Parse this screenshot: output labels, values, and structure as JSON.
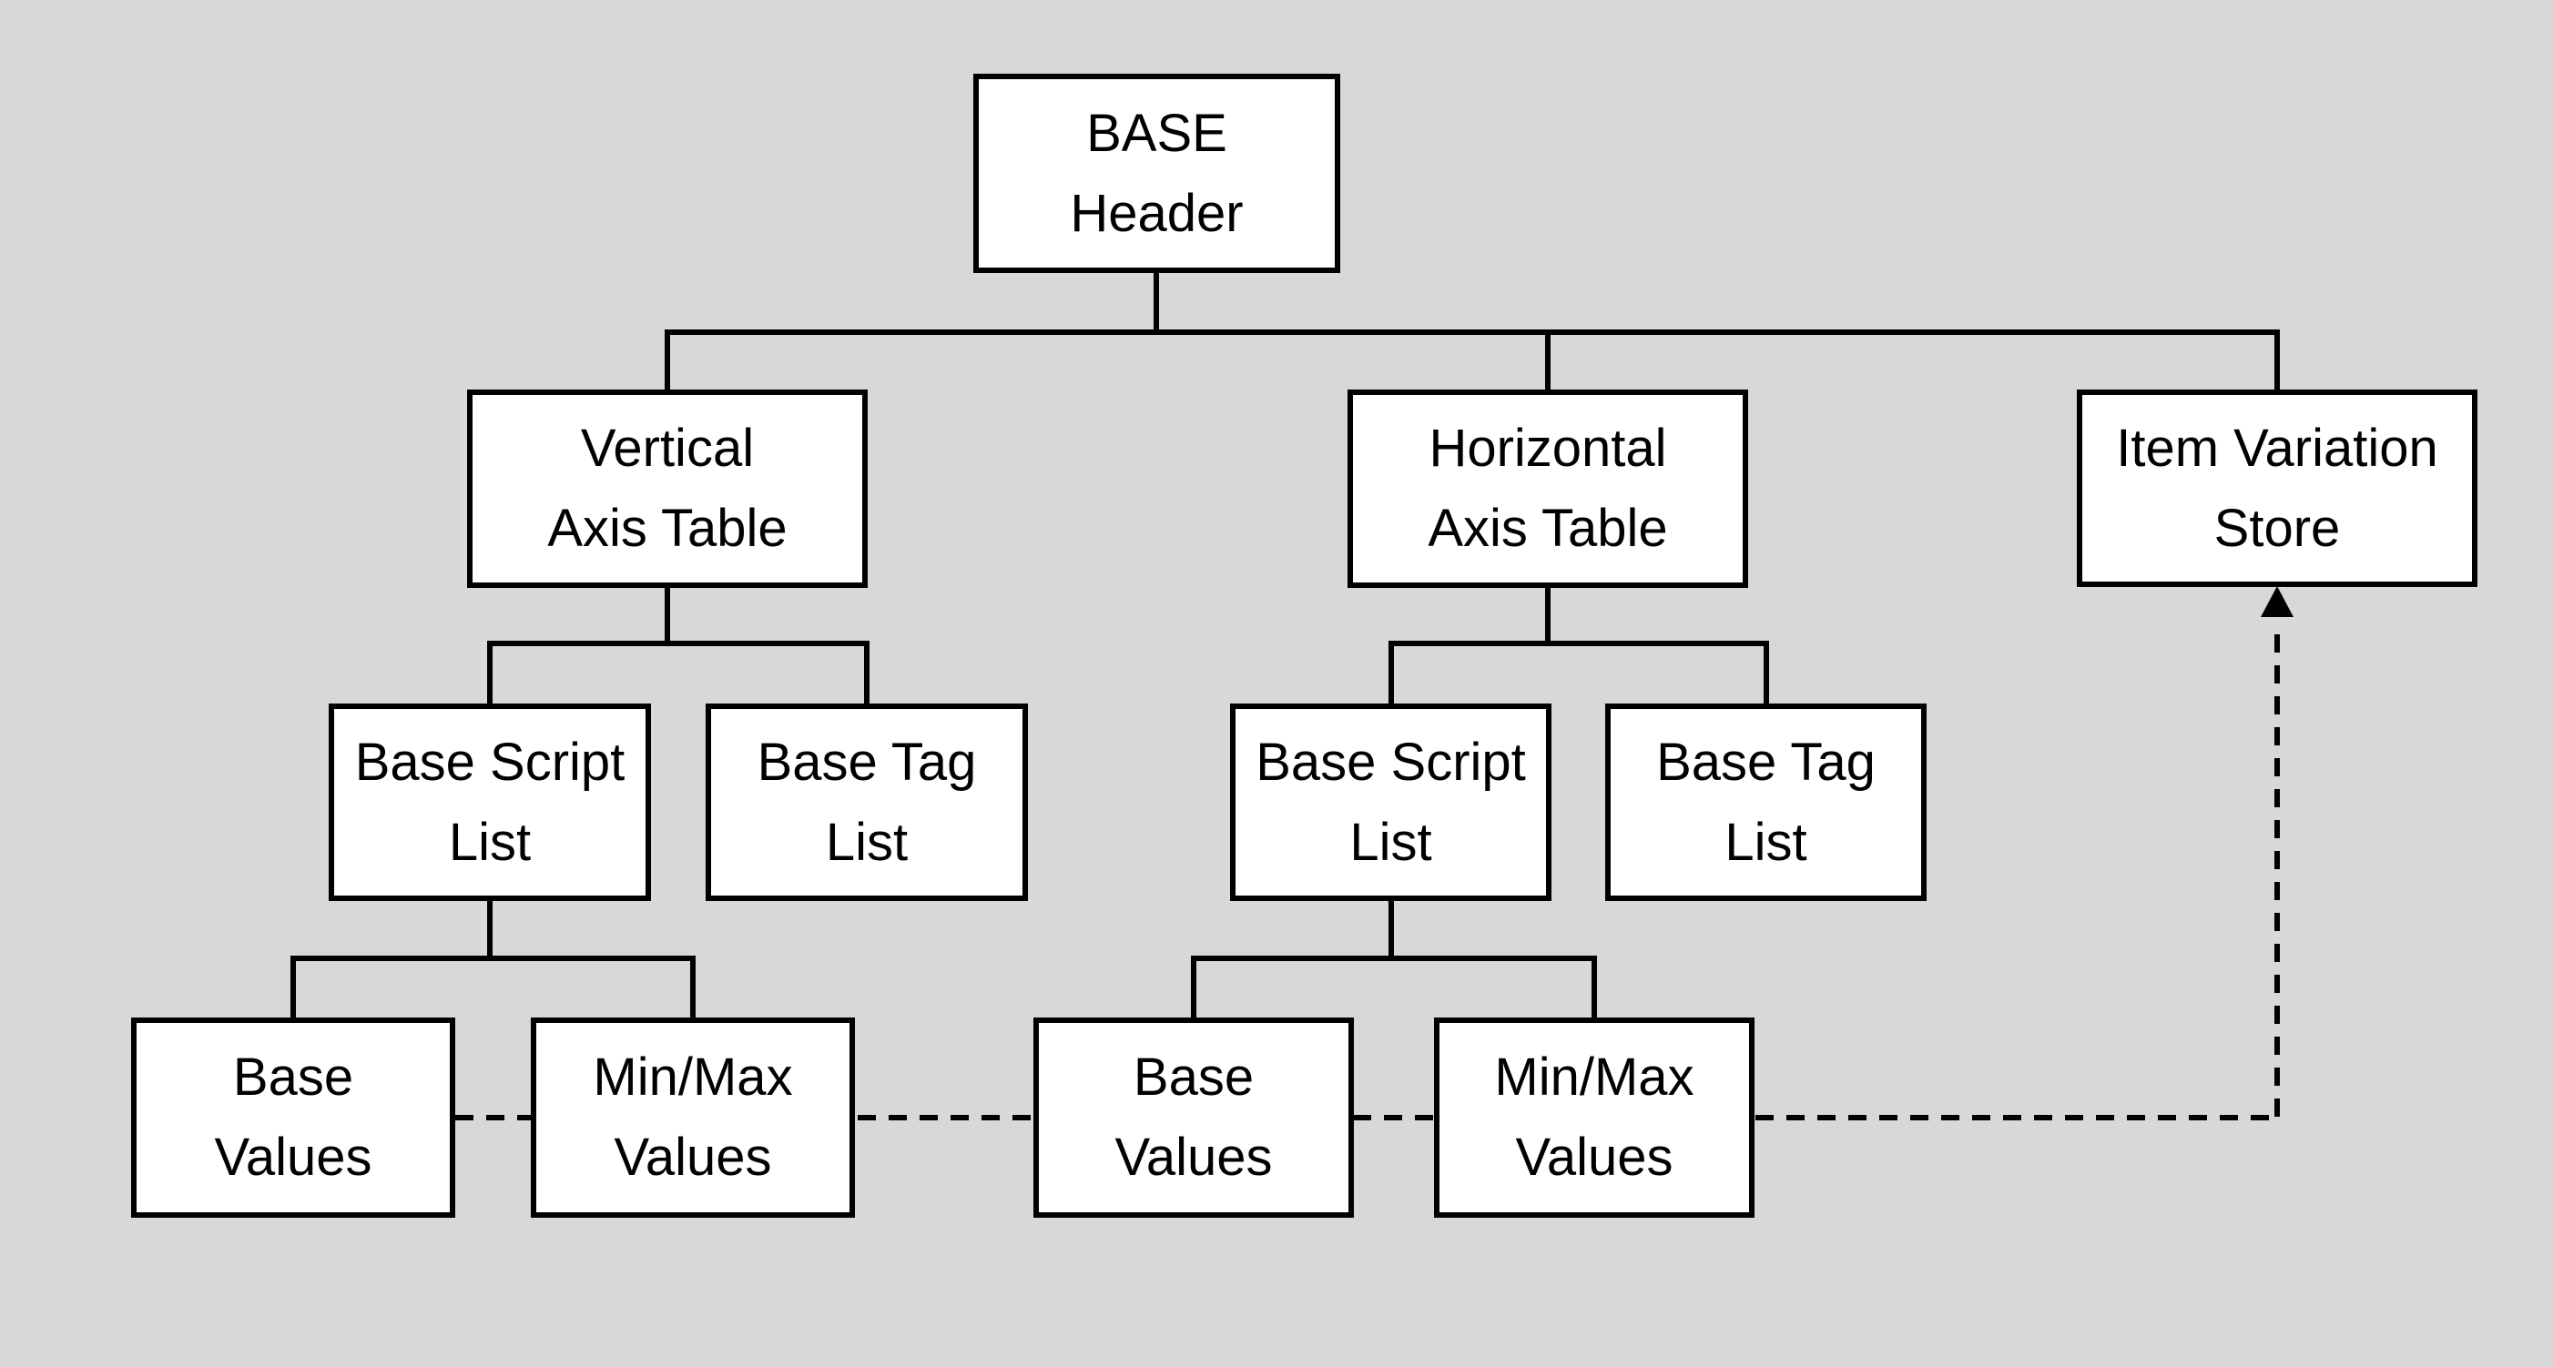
{
  "colors": {
    "background": "#d8d8d8",
    "node_fill": "#ffffff",
    "stroke": "#000000",
    "text": "#000000"
  },
  "nodes": {
    "base_header": {
      "line1": "BASE",
      "line2": "Header"
    },
    "vertical_axis_table": {
      "line1": "Vertical",
      "line2": "Axis Table"
    },
    "horizontal_axis_table": {
      "line1": "Horizontal",
      "line2": "Axis Table"
    },
    "item_variation_store": {
      "line1": "Item Variation",
      "line2": "Store"
    },
    "vertical_base_script_list": {
      "line1": "Base Script",
      "line2": "List"
    },
    "vertical_base_tag_list": {
      "line1": "Base Tag",
      "line2": "List"
    },
    "horizontal_base_script_list": {
      "line1": "Base Script",
      "line2": "List"
    },
    "horizontal_base_tag_list": {
      "line1": "Base Tag",
      "line2": "List"
    },
    "vertical_base_values": {
      "line1": "Base",
      "line2": "Values"
    },
    "vertical_minmax_values": {
      "line1": "Min/Max",
      "line2": "Values"
    },
    "horizontal_base_values": {
      "line1": "Base",
      "line2": "Values"
    },
    "horizontal_minmax_values": {
      "line1": "Min/Max",
      "line2": "Values"
    }
  },
  "edges": {
    "solid": [
      {
        "from": "base_header",
        "to": "vertical_axis_table"
      },
      {
        "from": "base_header",
        "to": "horizontal_axis_table"
      },
      {
        "from": "base_header",
        "to": "item_variation_store"
      },
      {
        "from": "vertical_axis_table",
        "to": "vertical_base_script_list"
      },
      {
        "from": "vertical_axis_table",
        "to": "vertical_base_tag_list"
      },
      {
        "from": "horizontal_axis_table",
        "to": "horizontal_base_script_list"
      },
      {
        "from": "horizontal_axis_table",
        "to": "horizontal_base_tag_list"
      },
      {
        "from": "vertical_base_script_list",
        "to": "vertical_base_values"
      },
      {
        "from": "vertical_base_script_list",
        "to": "vertical_minmax_values"
      },
      {
        "from": "horizontal_base_script_list",
        "to": "horizontal_base_values"
      },
      {
        "from": "horizontal_base_script_list",
        "to": "horizontal_minmax_values"
      }
    ],
    "dashed_arrow": {
      "style": "dashed",
      "path_through": [
        "vertical_base_values",
        "vertical_minmax_values",
        "horizontal_base_values",
        "horizontal_minmax_values"
      ],
      "arrow_into": "item_variation_store"
    }
  }
}
